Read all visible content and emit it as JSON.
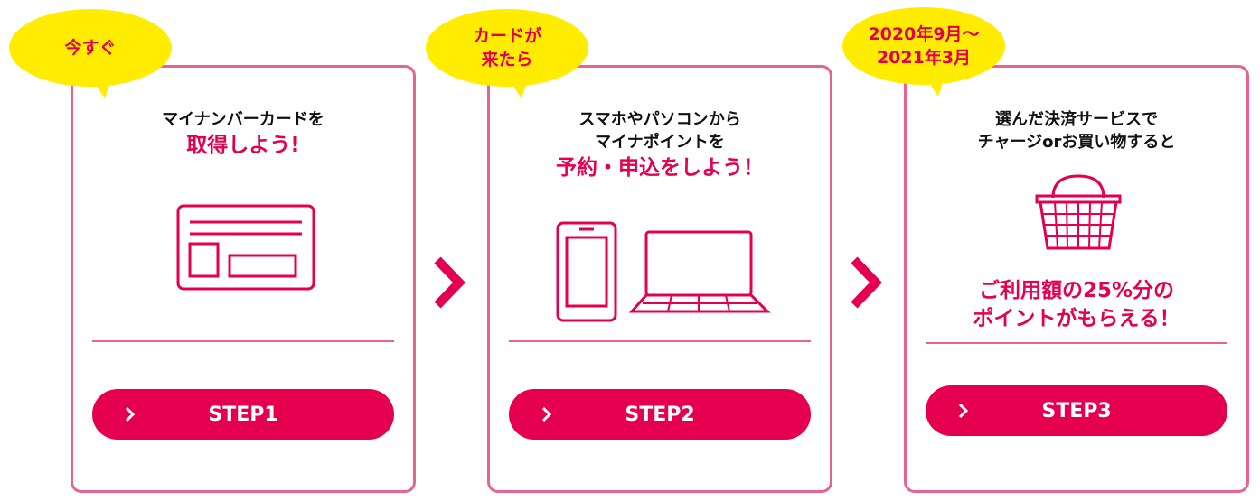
{
  "steps": [
    {
      "badge": [
        "今すぐ"
      ],
      "lines_black": [
        "マイナンバーカードを"
      ],
      "lines_red": [
        "取得しよう!"
      ],
      "button_label": "STEP1",
      "icon": "id-card-icon"
    },
    {
      "badge": [
        "カードが",
        "来たら"
      ],
      "lines_black": [
        "スマホやパソコンから",
        "マイナポイントを"
      ],
      "lines_red": [
        "予約・申込をしよう！"
      ],
      "button_label": "STEP2",
      "icon": "smartphone-laptop-icon"
    },
    {
      "badge": [
        "2020年9月～",
        "2021年3月"
      ],
      "lines_black": [
        "選んだ決済サービスで",
        "チャージorお買い物すると"
      ],
      "lines_red": [
        "ご利用額の25%分の",
        "ポイントがもらえる！"
      ],
      "button_label": "STEP3",
      "icon": "shopping-basket-icon"
    }
  ],
  "colors": {
    "accent": "#e4004f",
    "border": "#e8638f",
    "badge": "#ffec00"
  }
}
